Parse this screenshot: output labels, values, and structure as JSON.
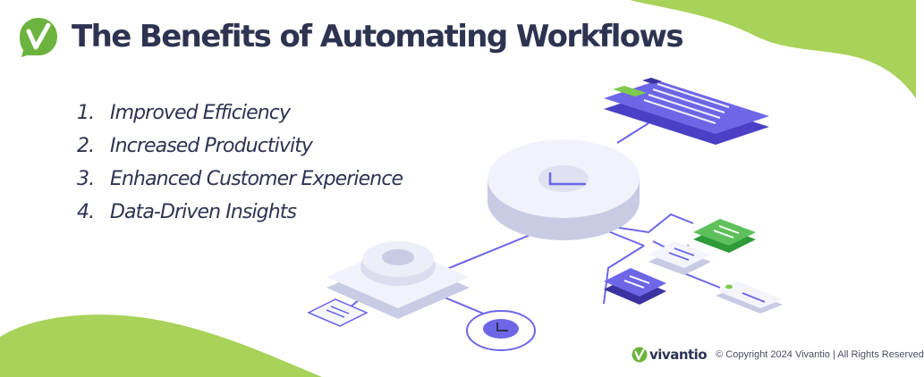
{
  "colors": {
    "brand_green": "#a5d05a",
    "title_navy": "#2d3350",
    "accent_purple": "#6d66e6",
    "accent_green": "#4fb84a",
    "platform_light": "#ecedf8"
  },
  "header": {
    "title": "The Benefits of Automating Workflows",
    "logo_icon": "vivantio-check-badge-icon"
  },
  "benefits": [
    {
      "number": "1.",
      "label": "Improved Efficiency"
    },
    {
      "number": "2.",
      "label": "Increased Productivity"
    },
    {
      "number": "3.",
      "label": "Enhanced Customer Experience"
    },
    {
      "number": "4.",
      "label": "Data-Driven Insights"
    }
  ],
  "illustration": {
    "icons": [
      "document-card-icon",
      "clock-platform-icon",
      "gear-platform-icon",
      "small-clock-icon",
      "list-card-icon",
      "green-list-card-icon",
      "purple-list-card-icon",
      "toggle-card-icon"
    ]
  },
  "footer": {
    "brand_name": "vivantio",
    "copyright": "© Copyright 2024 Vivantio | All Rights Reserved"
  }
}
